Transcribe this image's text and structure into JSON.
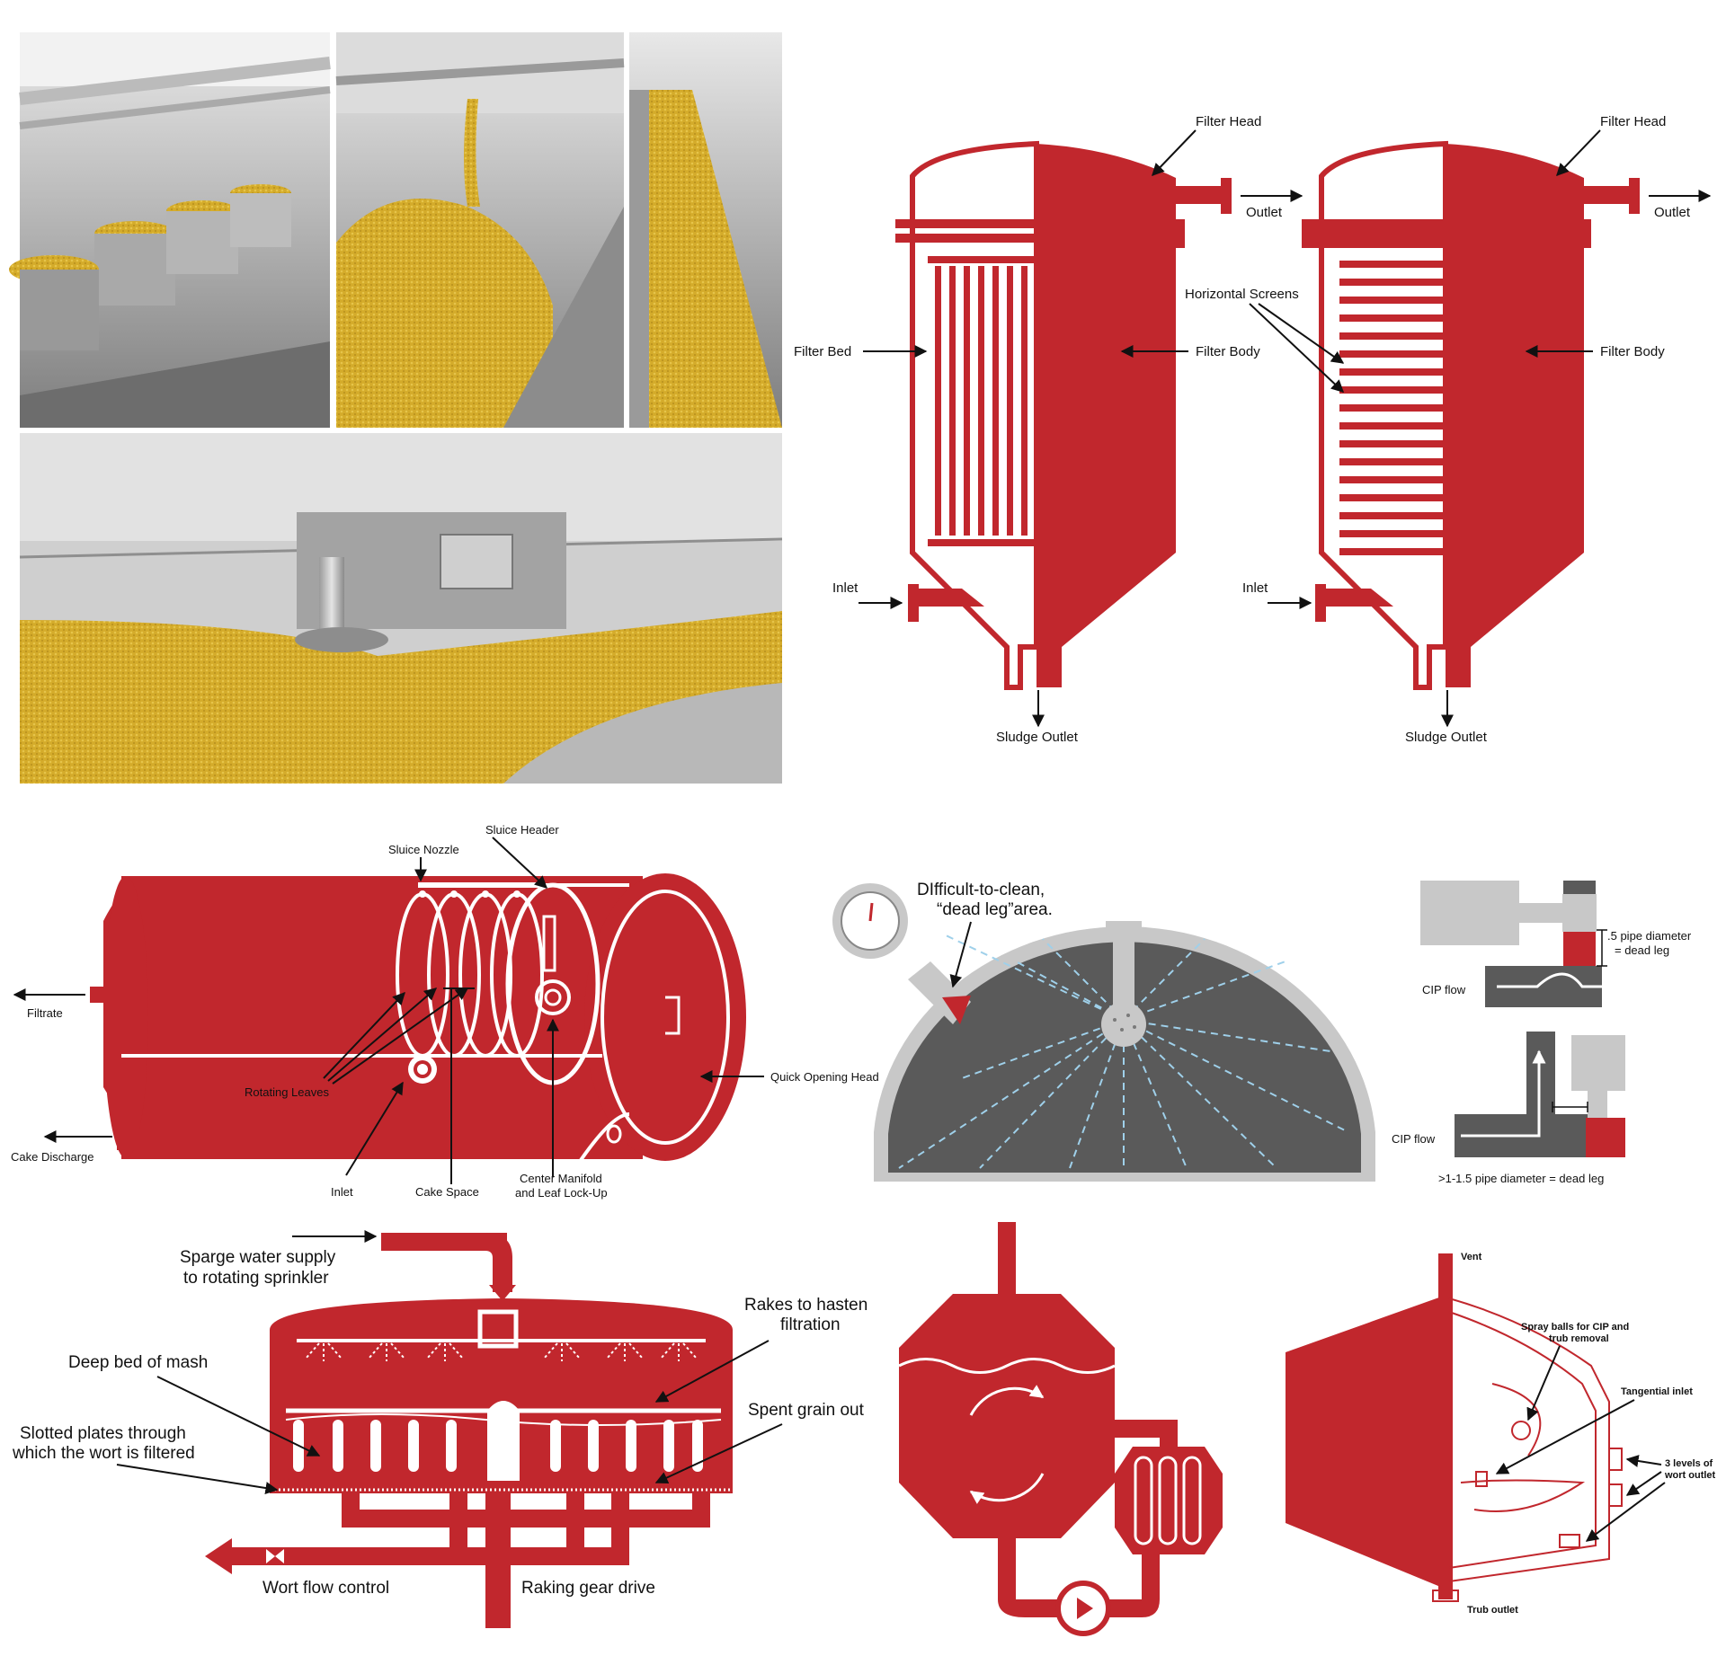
{
  "colors": {
    "accent": "#c1272d",
    "grain": "#d9b230",
    "gray_dark": "#5a5a5a",
    "gray_light": "#c8c8c8",
    "flow_blue": "#9fd0ea"
  },
  "photos": {
    "top_left": "photo-germination-tanks",
    "top_middle": "photo-grain-pouring",
    "top_right": "photo-malt-bed-channel",
    "bottom": "photo-malting-floor-turner"
  },
  "filter_vertical_leaf": {
    "filter_head": "Filter Head",
    "outlet": "Outlet",
    "filter_bed": "Filter Bed",
    "filter_body": "Filter Body",
    "inlet": "Inlet",
    "sludge_outlet": "Sludge Outlet"
  },
  "filter_horizontal_screen": {
    "filter_head": "Filter Head",
    "outlet": "Outlet",
    "horizontal_screens": "Horizontal Screens",
    "filter_body": "Filter Body",
    "inlet": "Inlet",
    "sludge_outlet": "Sludge Outlet"
  },
  "rotating_leaf_filter": {
    "sluice_header": "Sluice Header",
    "sluice_nozzle": "Sluice Nozzle",
    "filtrate": "Filtrate",
    "cake_discharge": "Cake Discharge",
    "rotating_leaves": "Rotating Leaves",
    "quick_opening_head": "Quick Opening Head",
    "inlet": "Inlet",
    "cake_space": "Cake Space",
    "center_manifold_1": "Center Manifold",
    "center_manifold_2": "and Leaf Lock-Up"
  },
  "dead_leg_tank": {
    "callout_1": "DIfficult-to-clean,",
    "callout_2": "“dead leg”area."
  },
  "dead_leg_pipes": {
    "top_note_1": ".5 pipe diameter",
    "top_note_2": "= dead leg",
    "cip_flow_top": "CIP flow",
    "cip_flow_bottom": "CIP flow",
    "bottom_note": ">1-1.5 pipe diameter = dead leg"
  },
  "lauter_tun": {
    "sparge_1": "Sparge water supply",
    "sparge_2": "to rotating sprinkler",
    "rakes_1": "Rakes to hasten",
    "rakes_2": "filtration",
    "deep_bed": "Deep bed of mash",
    "spent_grain": "Spent grain out",
    "slotted_1": "Slotted plates through",
    "slotted_2": "which the wort is filtered",
    "wort_flow": "Wort flow control",
    "raking_gear": "Raking gear drive"
  },
  "whirlpool": {
    "vent": "Vent",
    "spray_1": "Spray balls for CIP and",
    "spray_2": "trub removal",
    "tangential": "Tangential inlet",
    "levels_1": "3 levels of",
    "levels_2": "wort outlet",
    "trub": "Trub outlet"
  }
}
